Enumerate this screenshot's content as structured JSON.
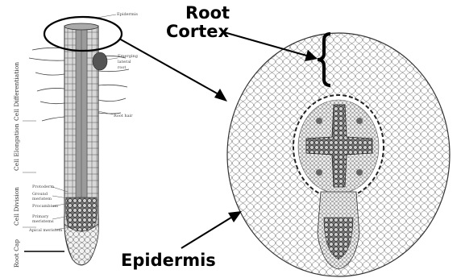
{
  "labels": {
    "root_cortex_line1": "Root",
    "root_cortex_line2": "Cortex",
    "epidermis": "Epidermis"
  },
  "root_longitudinal": {
    "zones": {
      "cell_differentiation": "Cell Differentiation",
      "cell_elongation": "Cell Elongation",
      "cell_division": "Cell Division",
      "root_cap": "Root Cap"
    },
    "small_labels": {
      "epidermis": "Epidermis",
      "emerging_lateral_root_1": "Emerging",
      "emerging_lateral_root_2": "lateral",
      "emerging_lateral_root_3": "root",
      "root_hair": "Root hair",
      "protoderm": "Protoderm",
      "ground_meristem_1": "Ground",
      "ground_meristem_2": "meristem",
      "procambium": "Procambium",
      "primary_meristems_1": "Primary",
      "primary_meristems_2": "meristems",
      "apical_meristem": "Apical meristem"
    }
  },
  "colors": {
    "text": "#000000",
    "tissue_dark": "#4a4a4a",
    "tissue_mid": "#9a9a9a",
    "line": "#222222"
  }
}
